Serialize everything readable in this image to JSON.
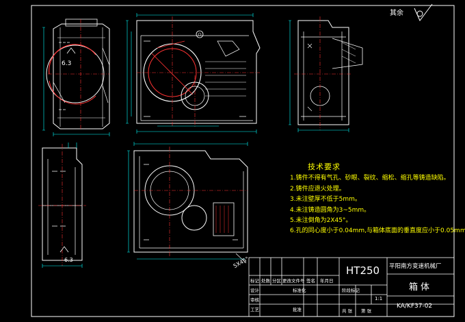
{
  "roughness_note": "其余",
  "tech": {
    "title": "技术要求",
    "items": [
      "1.铸件不得有气孔、砂眼、裂纹、缩松、缩孔等铸造缺陷。",
      "2.铸件应退火处理。",
      "3.未注壁厚不低于5mm。",
      "4.未注铸造圆角为3~5mm。",
      "5.未注倒角为2X45°。",
      "6.孔的同心度小于0.04mm,与箱体底面的垂直度应小于0.05mm。"
    ]
  },
  "annotations": {
    "r1": "6.3",
    "r2": "6.3",
    "chamfer": "5X45°"
  },
  "title_block": {
    "material": "HT250",
    "company": "平阳南方变速机械厂",
    "part_name": "箱体",
    "drawing_no": "KA/KF37-02",
    "scale": "1:1",
    "h_mark": "标记",
    "h_qty": "处数",
    "h_zone": "分区",
    "h_doc": "更改文件号",
    "h_sign": "签名",
    "h_date": "年月日",
    "design": "设计",
    "std": "标准化",
    "stage": "阶段标记",
    "review": "审核",
    "process": "工艺",
    "approve": "批准",
    "sheets_total": "共 张",
    "sheet_no": "第 张"
  },
  "colors": {
    "outline": "#ffffff",
    "centerline": "#ff3333",
    "dimension": "#00ffff",
    "text": "#ffff00"
  }
}
